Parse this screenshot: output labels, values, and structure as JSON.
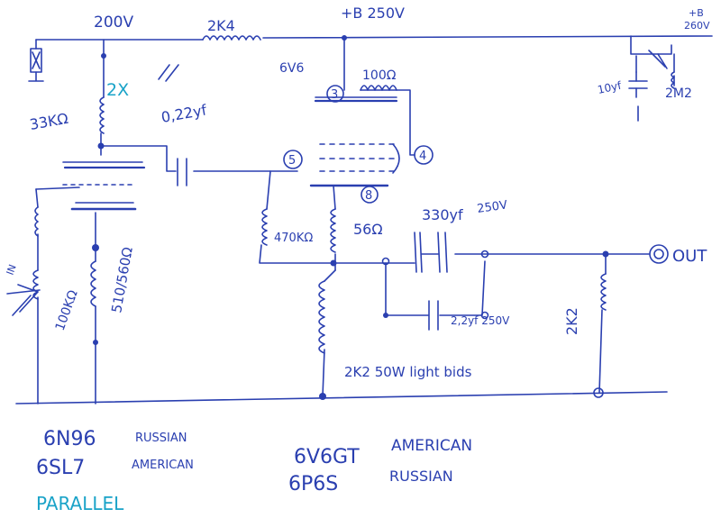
{
  "colors": {
    "ink": "#2a3fb0",
    "accent": "#1aa3c8",
    "background": "#ffffff"
  },
  "labels": {
    "v200": "200V",
    "r2k4": "2K4",
    "bplus250": "+B 250V",
    "bplus260_a": "+B",
    "bplus260_b": "260V",
    "tube_6v6": "6V6",
    "r100": "100Ω",
    "twox": "2X",
    "r33k": "33KΩ",
    "c022": "0,22yf",
    "cap10": "10yf",
    "r2m2": "2M2",
    "pin3": "3",
    "pin5": "5",
    "pin4": "4",
    "pin8": "8",
    "r470k": "470KΩ",
    "r56": "56Ω",
    "c330": "330yf",
    "c330v": "250V",
    "c22": "2,2yf 250V",
    "r2k2": "2K2",
    "out": "OUT",
    "in": "IN",
    "r100k": "100KΩ",
    "r510": "510/560Ω",
    "r2k2_50w": "2K2 50W light bids",
    "tube1_ru": "6N96",
    "tube1_ru_note": "RUSSIAN",
    "tube1_us": "6SL7",
    "tube1_us_note": "AMERICAN",
    "parallel": "PARALLEL",
    "tube2_us": "6V6GT",
    "tube2_us_note": "AMERICAN",
    "tube2_ru": "6P6S",
    "tube2_ru_note": "RUSSIAN"
  }
}
